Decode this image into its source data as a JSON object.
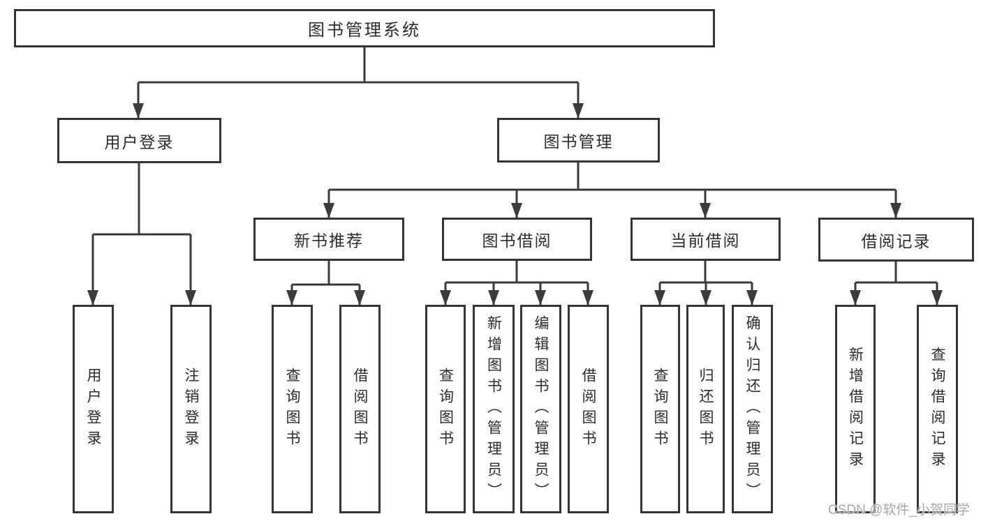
{
  "root_label": "图书管理系统",
  "level2": {
    "user_login": "用户登录",
    "book_mgmt": "图书管理"
  },
  "level3": {
    "new_books": "新书推荐",
    "book_borrow": "图书借阅",
    "current_borrow": "当前借阅",
    "borrow_records": "借阅记录"
  },
  "leaves": {
    "user_login": [
      "用户登录",
      "注销登录"
    ],
    "new_books": [
      "查询图书",
      "借阅图书"
    ],
    "book_borrow": [
      "查询图书",
      "新增图书（管理员）",
      "编辑图书（管理员）",
      "借阅图书"
    ],
    "current_borrow": [
      "查询图书",
      "归还图书",
      "确认归还（管理员）"
    ],
    "borrow_records": [
      "新增借阅记录",
      "查询借阅记录"
    ]
  },
  "watermark": "CSDN @软件_小贺同学",
  "colors": {
    "line": "#3b3b3b",
    "box_border": "#343434",
    "text": "#2b2b2b",
    "watermark_text": "#a8a8a8",
    "background": "#ffffff"
  }
}
